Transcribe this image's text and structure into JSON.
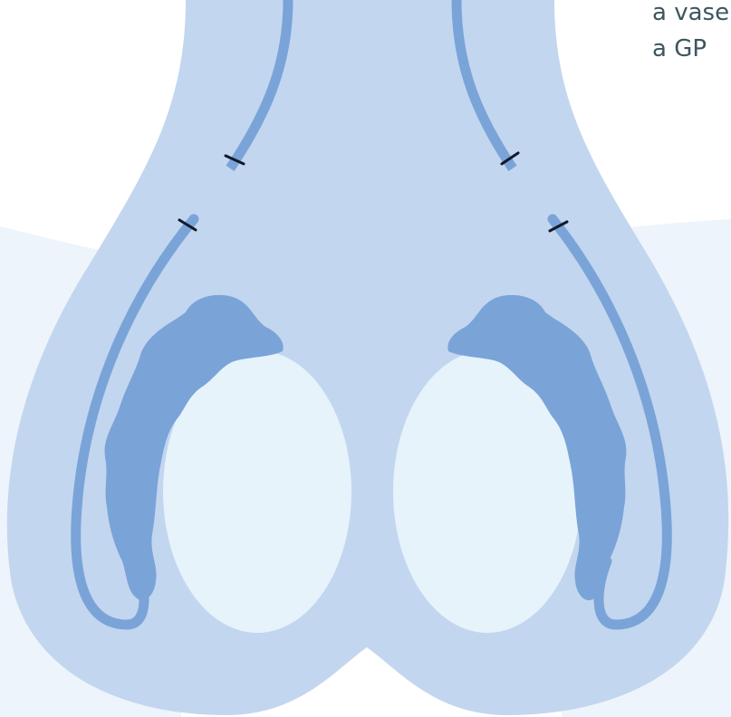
{
  "caption": {
    "line1": "a vase",
    "line2": "a GP"
  },
  "colors": {
    "background_wash": "#eef4fb",
    "scrotum": "#c3d6ef",
    "testis": "#e6f3fb",
    "epididymis_and_vas": "#7aa4d8",
    "ligature": "#0f1a2a"
  },
  "structures": [
    "scrotum",
    "testis-left",
    "testis-right",
    "epididymis-left",
    "epididymis-right",
    "vas-deferens-left",
    "vas-deferens-right",
    "ligature-clips"
  ]
}
